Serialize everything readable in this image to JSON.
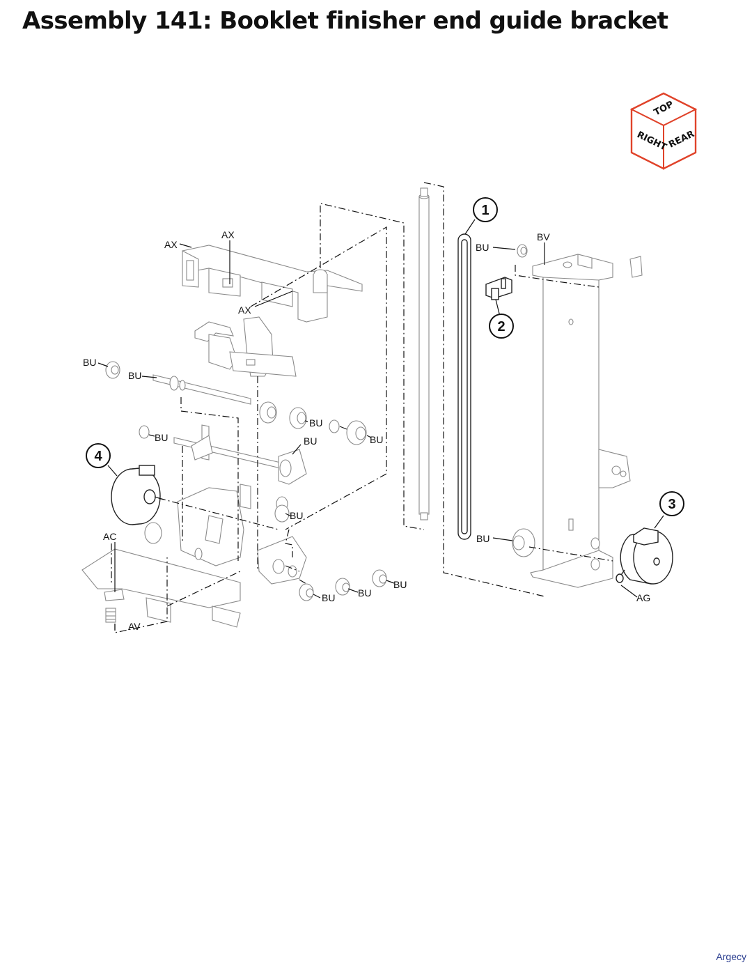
{
  "title": "Assembly 141: Booklet finisher end guide bracket",
  "watermark": "Argecy",
  "orientation_cube": {
    "top": "TOP",
    "right": "RIGHT",
    "rear": "REAR",
    "edge_color": "#e0432a"
  },
  "callouts": [
    "1",
    "2",
    "3",
    "4"
  ],
  "labels": {
    "ax": "AX",
    "bu": "BU",
    "bv": "BV",
    "ac": "AC",
    "av": "AV",
    "ag": "AG"
  }
}
